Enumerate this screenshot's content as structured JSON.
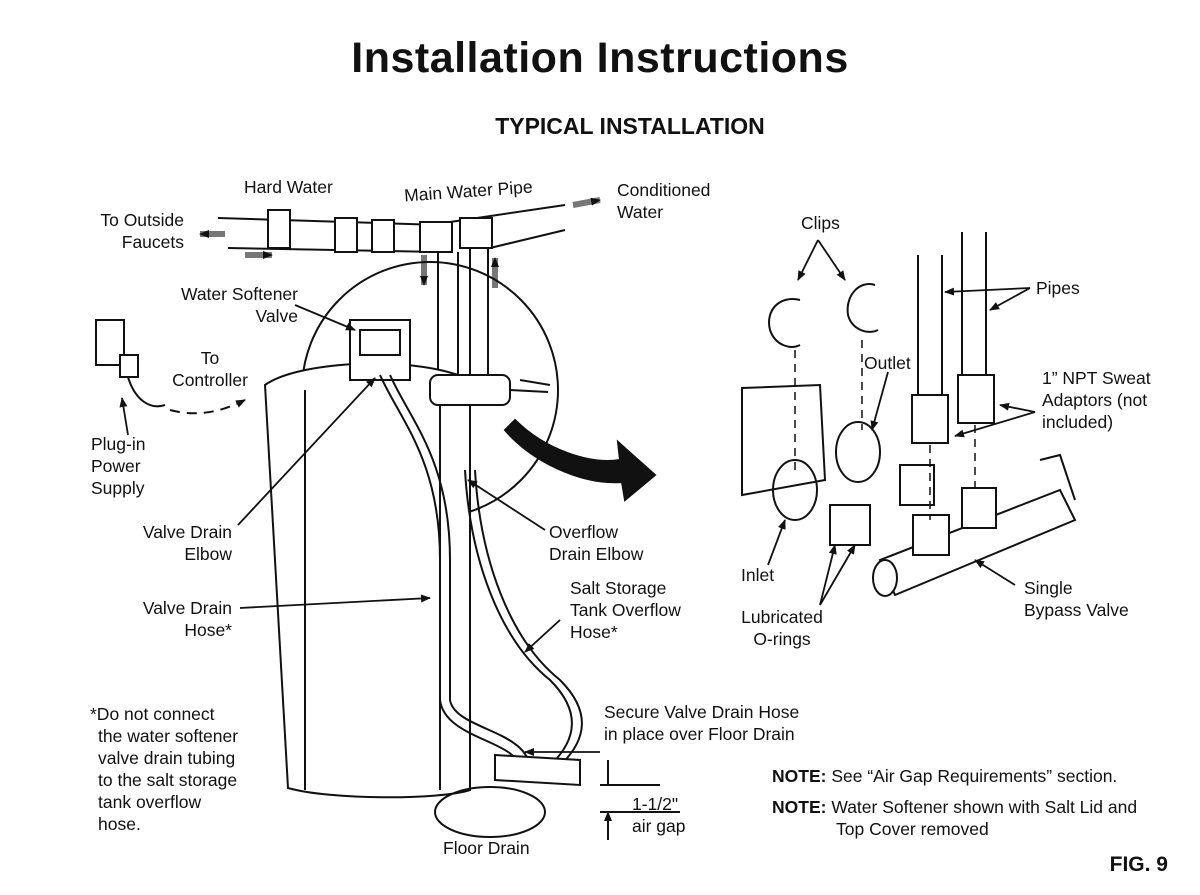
{
  "header": {
    "title": "Installation Instructions",
    "subtitle": "TYPICAL INSTALLATION"
  },
  "labels": {
    "hard_water": "Hard Water",
    "main_water_pipe": "Main Water Pipe",
    "conditioned_water": [
      "Conditioned",
      "Water"
    ],
    "to_outside_faucets": [
      "To Outside",
      "Faucets"
    ],
    "water_softener_valve": [
      "Water Softener",
      "Valve"
    ],
    "to_controller": [
      "To",
      "Controller"
    ],
    "plug_in_power_supply": [
      "Plug-in",
      "Power",
      "Supply"
    ],
    "valve_drain_elbow": [
      "Valve Drain",
      "Elbow"
    ],
    "valve_drain_hose": [
      "Valve Drain",
      "Hose*"
    ],
    "overflow_drain_elbow": [
      "Overflow",
      "Drain Elbow"
    ],
    "salt_storage_overflow_hose": [
      "Salt Storage",
      "Tank Overflow",
      "Hose*"
    ],
    "disclaimer": [
      "*Do not connect",
      "the water softener",
      "valve drain tubing",
      "to the salt storage",
      "tank overflow",
      "hose."
    ],
    "secure_valve_drain_hose": [
      "Secure Valve Drain Hose",
      "in place over Floor Drain"
    ],
    "air_gap": [
      "1-1/2\"",
      "air gap"
    ],
    "floor_drain": "Floor Drain",
    "clips": "Clips",
    "pipes": "Pipes",
    "outlet": "Outlet",
    "npt_sweat_adaptors": [
      "1” NPT Sweat",
      "Adaptors (not",
      "included)"
    ],
    "inlet": "Inlet",
    "lubricated_orings": [
      "Lubricated",
      "O-rings"
    ],
    "single_bypass_valve": [
      "Single",
      "Bypass Valve"
    ]
  },
  "notes": [
    {
      "prefix": "NOTE:",
      "lines": [
        "See “Air Gap Requirements” section."
      ]
    },
    {
      "prefix": "NOTE:",
      "lines": [
        "Water Softener shown with Salt Lid and",
        "Top Cover removed"
      ]
    }
  ],
  "figure_label": "FIG. 9"
}
